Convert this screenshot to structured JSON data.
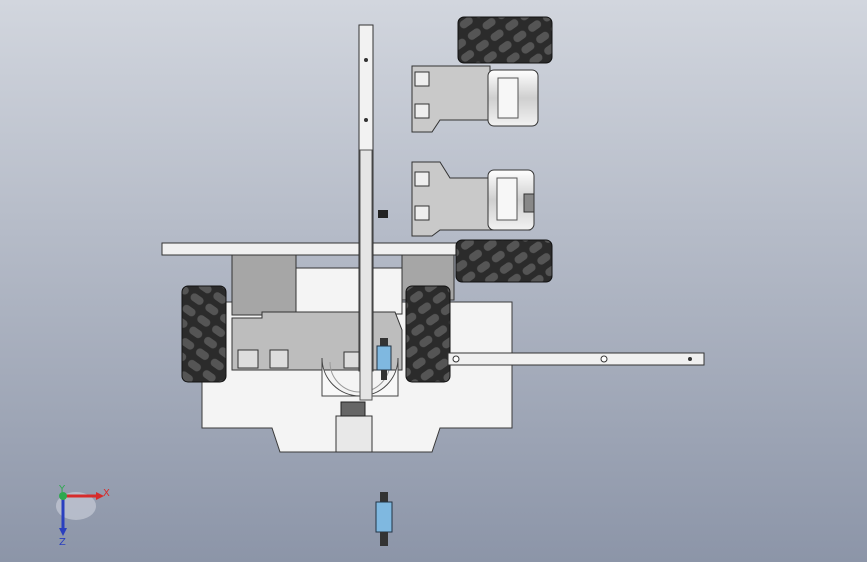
{
  "viewport": {
    "background_top": "#d2d6de",
    "background_bottom": "#8c95a8"
  },
  "colors": {
    "plate": "#f4f4f4",
    "plate_edge": "#3a3a3a",
    "bracket": "#bdbdbd",
    "wheel_dark": "#2b2b2b",
    "roller": "#4a4a4a",
    "motor_body": "#e6e6e6",
    "spring": "#7fb8e0"
  },
  "triad": {
    "x_label": "X",
    "y_label": "Y",
    "z_label": "Z",
    "x_color": "#d62b2b",
    "y_color": "#2fa84f",
    "z_color": "#2a3fbf"
  },
  "icons": {
    "orientation": "orientation-triad-icon"
  }
}
